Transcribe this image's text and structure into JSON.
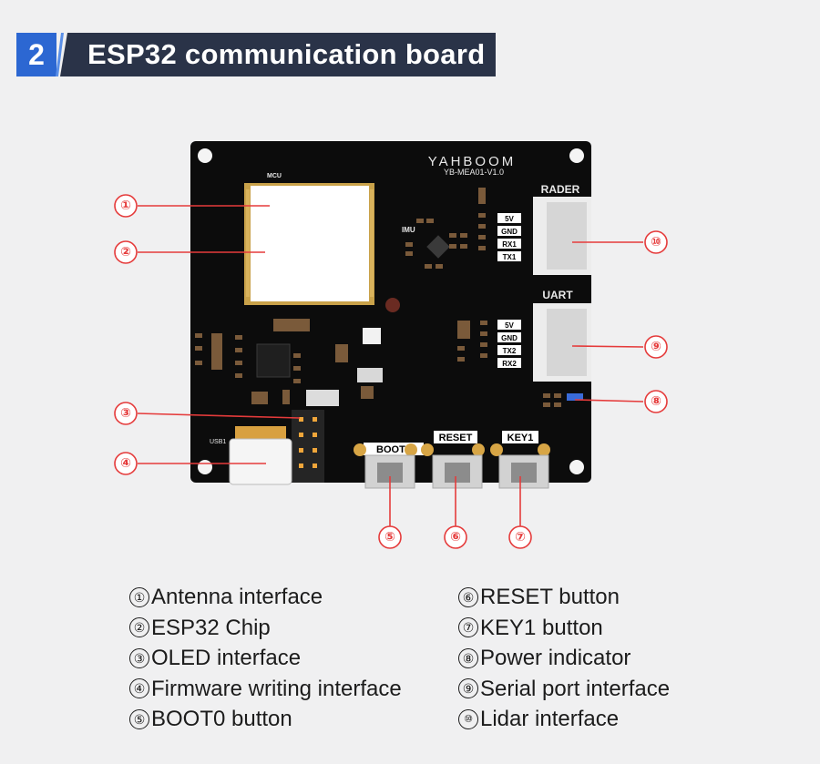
{
  "header": {
    "number": "2",
    "title": "ESP32 communication board"
  },
  "board": {
    "brand": "YAHBOOM",
    "model": "YB-MEA01-V1.0",
    "silk_mcu": "MCU",
    "silk_imu": "IMU",
    "silk_usb": "USB1",
    "connector_rader": {
      "title": "RADER",
      "pins": [
        "5V",
        "GND",
        "RX1",
        "TX1"
      ]
    },
    "connector_uart": {
      "title": "UART",
      "pins": [
        "5V",
        "GND",
        "TX2",
        "RX2"
      ]
    },
    "buttons": [
      "BOOT0",
      "RESET",
      "KEY1"
    ]
  },
  "callouts": [
    "①",
    "②",
    "③",
    "④",
    "⑤",
    "⑥",
    "⑦",
    "⑧",
    "⑨",
    "⑩"
  ],
  "legend": {
    "left": [
      {
        "num": "①",
        "text": "Antenna interface"
      },
      {
        "num": "②",
        "text": "ESP32 Chip"
      },
      {
        "num": "③",
        "text": "OLED interface"
      },
      {
        "num": "④",
        "text": "Firmware writing interface"
      },
      {
        "num": "⑤",
        "text": "BOOT0 button"
      }
    ],
    "right": [
      {
        "num": "⑥",
        "text": "RESET button"
      },
      {
        "num": "⑦",
        "text": "KEY1 button"
      },
      {
        "num": "⑧",
        "text": "Power indicator"
      },
      {
        "num": "⑨",
        "text": "Serial port interface"
      },
      {
        "num": "⑩",
        "text": "Lidar interface"
      }
    ]
  },
  "colors": {
    "accent_blue": "#2c67d2",
    "header_dark": "#2a3348",
    "callout_red": "#e53b3b",
    "board_black": "#0c0c0c"
  }
}
